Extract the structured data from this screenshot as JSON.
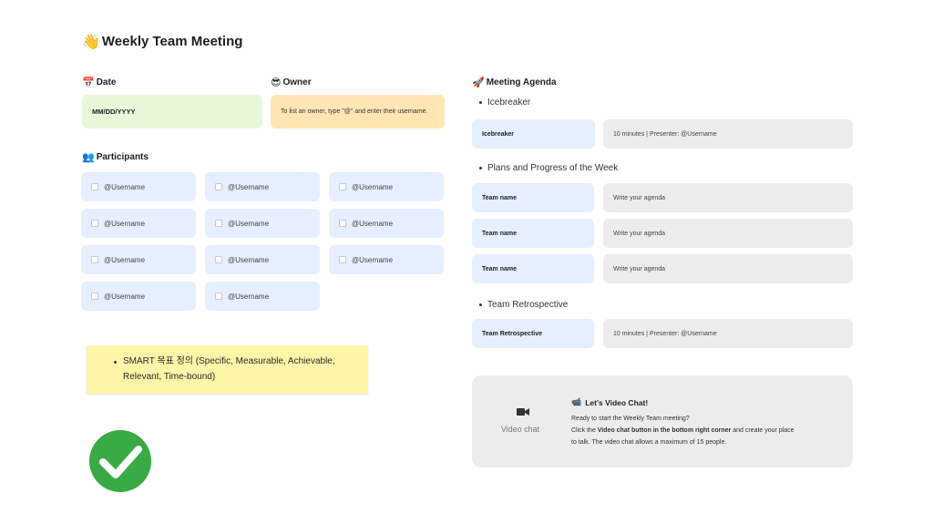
{
  "title": {
    "emoji": "👋",
    "text": "Weekly Team Meeting"
  },
  "date": {
    "emoji": "📅",
    "label": "Date",
    "value": "MM/DD/YYYY"
  },
  "owner": {
    "emoji": "😎",
    "label": "Owner",
    "hint": "To list an owner, type \"@\" and enter their username."
  },
  "participants": {
    "emoji": "👥",
    "label": "Participants",
    "items": [
      "@Username",
      "@Username",
      "@Username",
      "@Username",
      "@Username",
      "@Username",
      "@Username",
      "@Username",
      "@Username",
      "@Username",
      "@Username"
    ]
  },
  "note": {
    "text": "SMART 목표 정의 (Specific, Measurable, Achievable, Relevant, Time-bound)"
  },
  "agenda": {
    "emoji": "🚀",
    "label": "Meeting Agenda",
    "sections": [
      {
        "heading": "Icebreaker",
        "rows": [
          {
            "name": "Icebreaker",
            "detail": "10 minutes | Presenter: @Username"
          }
        ]
      },
      {
        "heading": "Plans and Progress of the Week",
        "rows": [
          {
            "name": "Team name",
            "detail": "Write your agenda"
          },
          {
            "name": "Team name",
            "detail": "Write your agenda"
          },
          {
            "name": "Team name",
            "detail": "Write your agenda"
          }
        ]
      },
      {
        "heading": "Team Retrospective",
        "rows": [
          {
            "name": "Team Retrospective",
            "detail": "10 minutes | Presenter: @Username"
          }
        ]
      }
    ]
  },
  "video_chat": {
    "label": "Video chat",
    "icon": "video-camera-icon",
    "title_emoji": "📹",
    "title": "Let's Video Chat!",
    "line1": "Ready to start the Weekly Team meeting?",
    "line2_pre": "Click the ",
    "line2_bold": "Video chat button in the bottom right corner",
    "line2_post": " and create your place",
    "line3": "to talk. The video chat allows a maximum of 15 people."
  },
  "status": {
    "icon": "check-circle-icon",
    "color": "#3aaa45"
  },
  "colors": {
    "date_bg": "#e9f7d9",
    "owner_bg": "#ffe6b3",
    "participant_bg": "#e5efff",
    "detail_bg": "#ececec",
    "note_bg": "#fff5a8"
  }
}
